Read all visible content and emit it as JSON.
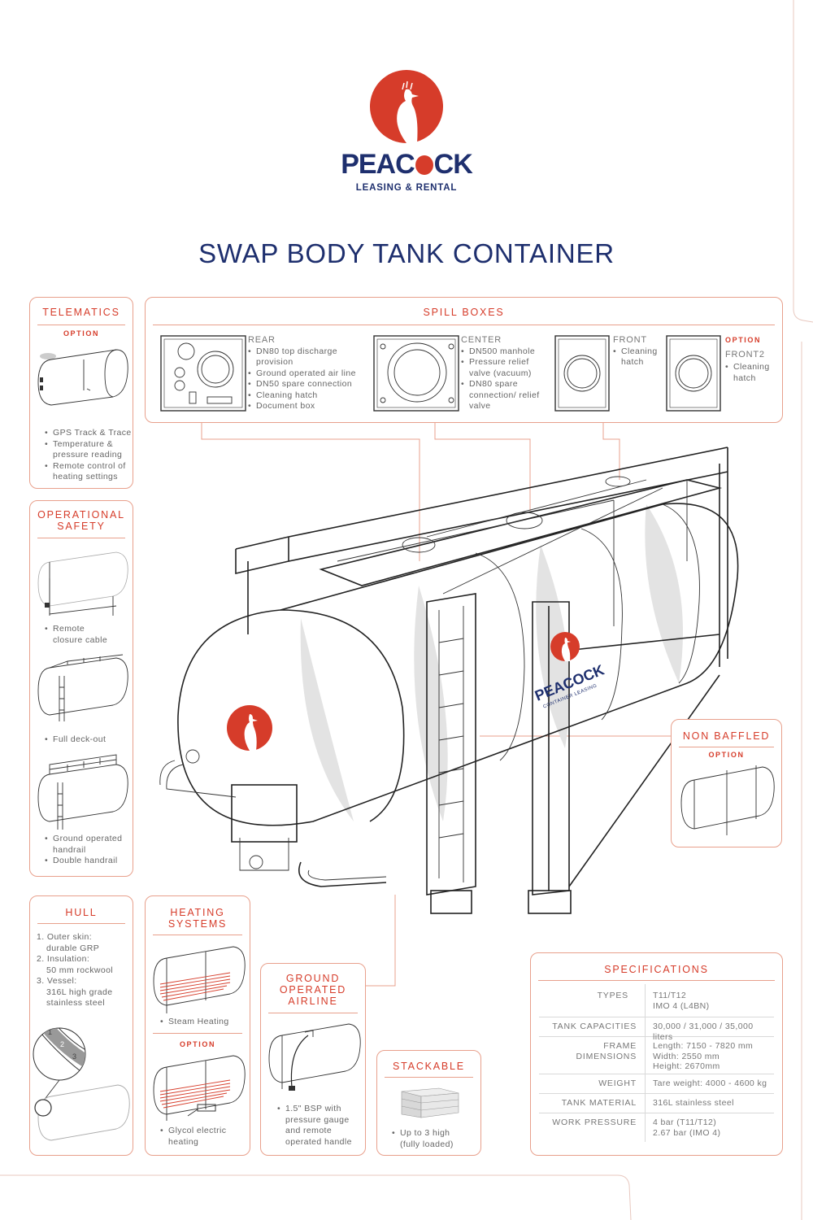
{
  "brand": {
    "name_left": "PEAC",
    "name_right": "CK",
    "tagline": "LEASING & RENTAL",
    "tank_logo_name": "PEACOCK",
    "tank_logo_sub": "CONTAINER LEASING",
    "colors": {
      "red": "#d63c2a",
      "navy": "#1e2f6e",
      "line": "#e8a08c"
    }
  },
  "title": "SWAP BODY TANK CONTAINER",
  "telematics": {
    "title": "TELEMATICS",
    "option": "OPTION",
    "items": [
      "GPS Track & Trace",
      "Temperature &",
      "pressure reading",
      "Remote control of",
      "heating settings"
    ]
  },
  "spill_boxes": {
    "title": "SPILL BOXES",
    "rear": {
      "head": "REAR",
      "lines": [
        "DN80 top discharge",
        "provision",
        "Ground operated air line",
        "DN50 spare connection",
        "Cleaning hatch",
        "Document box"
      ]
    },
    "center": {
      "head": "CENTER",
      "lines": [
        "DN500 manhole",
        "Pressure relief",
        "valve (vacuum)",
        "DN80 spare",
        "connection/ relief",
        "valve"
      ]
    },
    "front": {
      "head": "FRONT",
      "lines": [
        "Cleaning",
        "hatch"
      ]
    },
    "front2": {
      "option": "OPTION",
      "head": "FRONT2",
      "lines": [
        "Cleaning",
        "hatch"
      ]
    }
  },
  "operational_safety": {
    "title_1": "OPERATIONAL",
    "title_2": "SAFETY",
    "remote": [
      "Remote",
      "closure cable"
    ],
    "deck": [
      "Full deck-out"
    ],
    "handrail": [
      "Ground operated",
      "handrail",
      "Double handrail"
    ]
  },
  "non_baffled": {
    "title": "NON BAFFLED",
    "option": "OPTION"
  },
  "hull": {
    "title": "HULL",
    "lines": [
      "1. Outer skin:",
      "durable GRP",
      "2. Insulation:",
      "50 mm rockwool",
      "3. Vessel:",
      "316L high grade",
      "stainless steel"
    ],
    "layer_labels": [
      "1",
      "2",
      "3"
    ]
  },
  "heating": {
    "title_1": "HEATING",
    "title_2": "SYSTEMS",
    "steam": "Steam Heating",
    "option": "OPTION",
    "glycol": [
      "Glycol electric",
      "heating"
    ]
  },
  "airline": {
    "title_1": "GROUND",
    "title_2": "OPERATED",
    "title_3": "AIRLINE",
    "lines": [
      "1.5\" BSP with",
      "pressure gauge",
      "and remote",
      "operated handle"
    ]
  },
  "stackable": {
    "title": "STACKABLE",
    "lines": [
      "Up to 3 high",
      "(fully loaded)"
    ]
  },
  "specifications": {
    "title": "SPECIFICATIONS",
    "rows": [
      {
        "label": [
          "TYPES"
        ],
        "value": [
          "T11/T12",
          "IMO 4 (L4BN)"
        ]
      },
      {
        "label": [
          "TANK CAPACITIES"
        ],
        "value": [
          "30,000 / 31,000 / 35,000 liters"
        ]
      },
      {
        "label": [
          "FRAME",
          "DIMENSIONS"
        ],
        "value": [
          "Length: 7150 - 7820 mm",
          "Width: 2550 mm",
          "Height: 2670mm"
        ]
      },
      {
        "label": [
          "WEIGHT"
        ],
        "value": [
          "Tare weight: 4000 - 4600 kg"
        ]
      },
      {
        "label": [
          "TANK MATERIAL"
        ],
        "value": [
          "316L stainless steel"
        ]
      },
      {
        "label": [
          "WORK PRESSURE"
        ],
        "value": [
          "4 bar (T11/T12)",
          "2.67 bar (IMO 4)"
        ]
      }
    ]
  }
}
